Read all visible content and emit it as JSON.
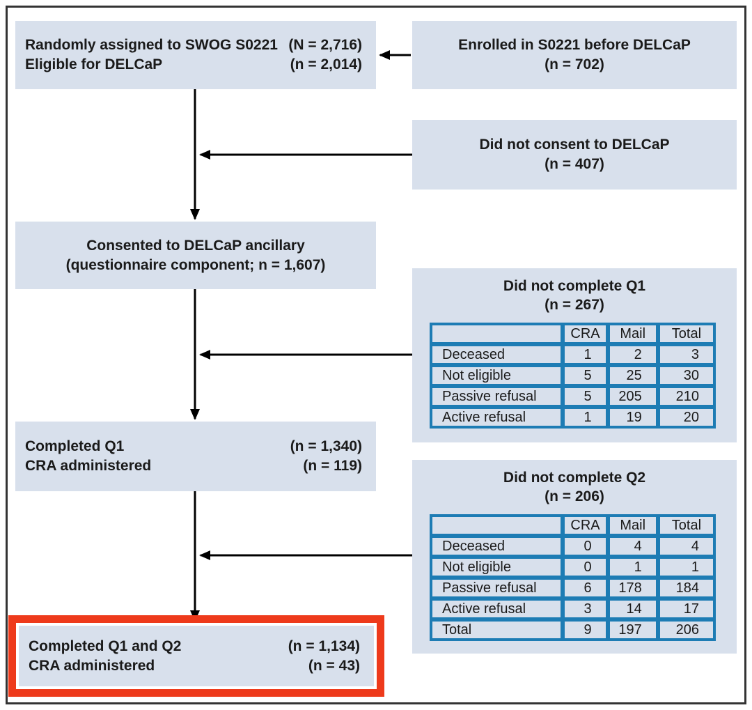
{
  "colors": {
    "box_fill": "#d8e0ec",
    "table_border": "#1d7cb4",
    "highlight_border": "#ee3a1b",
    "frame_border": "#333333",
    "arrow": "#000000"
  },
  "boxes": {
    "assigned": {
      "rows": [
        {
          "label": "Randomly assigned to SWOG S0221",
          "value": "(N = 2,716)"
        },
        {
          "label": "Eligible for DELCaP",
          "value": "(n = 2,014)"
        }
      ]
    },
    "enrolled": {
      "lines": [
        "Enrolled in S0221 before DELCaP",
        "(n = 702)"
      ]
    },
    "no_consent": {
      "lines": [
        "Did not consent to DELCaP",
        "(n = 407)"
      ]
    },
    "consented": {
      "lines": [
        "Consented to DELCaP ancillary",
        "(questionnaire component; n = 1,607)"
      ]
    },
    "completed_q1": {
      "rows": [
        {
          "label": "Completed Q1",
          "value": "(n = 1,340)"
        },
        {
          "label": "CRA administered",
          "value": "(n = 119)"
        }
      ]
    },
    "completed_q1_q2": {
      "rows": [
        {
          "label": "Completed Q1 and Q2",
          "value": "(n = 1,134)"
        },
        {
          "label": "CRA administered",
          "value": "(n = 43)"
        }
      ]
    }
  },
  "q1_panel": {
    "title": "Did not complete Q1",
    "subtitle": "(n = 267)",
    "table": {
      "headers": [
        "",
        "CRA",
        "Mail",
        "Total"
      ],
      "rows": [
        {
          "label": "Deceased",
          "cra": "1",
          "mail": "2",
          "total": "3"
        },
        {
          "label": "Not eligible",
          "cra": "5",
          "mail": "25",
          "total": "30"
        },
        {
          "label": "Passive refusal",
          "cra": "5",
          "mail": "205",
          "total": "210"
        },
        {
          "label": "Active refusal",
          "cra": "1",
          "mail": "19",
          "total": "20"
        }
      ]
    }
  },
  "q2_panel": {
    "title": "Did not complete Q2",
    "subtitle": "(n = 206)",
    "table": {
      "headers": [
        "",
        "CRA",
        "Mail",
        "Total"
      ],
      "rows": [
        {
          "label": "Deceased",
          "cra": "0",
          "mail": "4",
          "total": "4"
        },
        {
          "label": "Not eligible",
          "cra": "0",
          "mail": "1",
          "total": "1"
        },
        {
          "label": "Passive refusal",
          "cra": "6",
          "mail": "178",
          "total": "184"
        },
        {
          "label": "Active refusal",
          "cra": "3",
          "mail": "14",
          "total": "17"
        },
        {
          "label": "Total",
          "cra": "9",
          "mail": "197",
          "total": "206"
        }
      ]
    }
  }
}
